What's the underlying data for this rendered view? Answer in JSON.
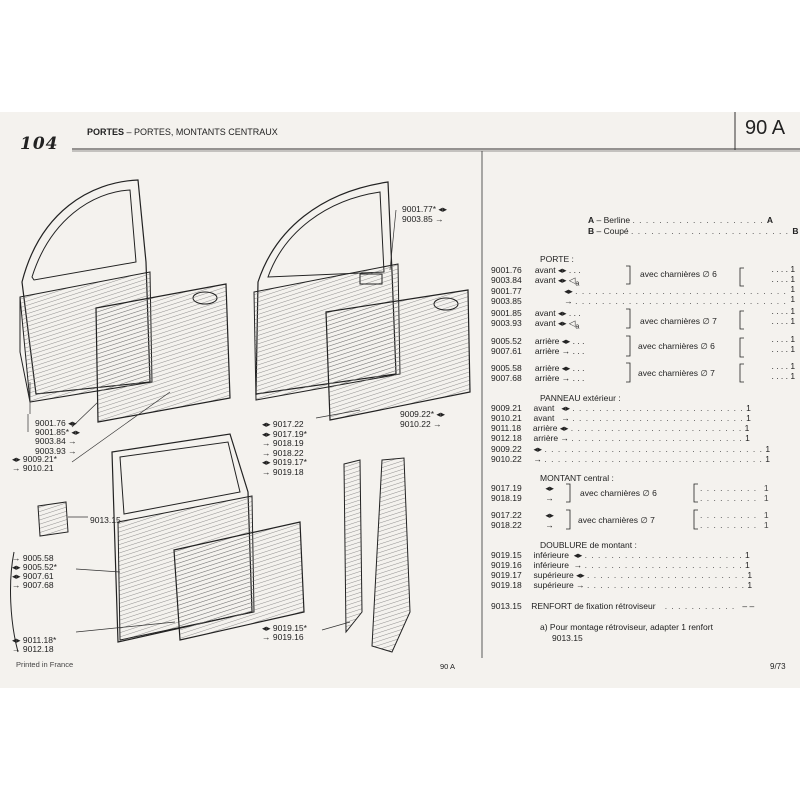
{
  "header": {
    "logo": "104",
    "title_main": "PORTES",
    "title_rest": " – PORTES, MONTANTS  CENTRAUX",
    "page_code": "90 A"
  },
  "legend": {
    "a_key": "A",
    "a_label": "– Berline",
    "a_val": "A",
    "b_key": "B",
    "b_label": "– Coupé",
    "b_val": "B"
  },
  "left_labels": {
    "top_right_1": "9001.77*",
    "top_right_2": "9003.85",
    "group1": [
      "9001.76",
      "9001.85*",
      "9003.84",
      "9003.93",
      "9009.21*",
      "9010.21"
    ],
    "g_mid": [
      "9017.22",
      "9017.19*",
      "9018.19",
      "9018.22",
      "9019.17*",
      "9019.18"
    ],
    "g_mid_right": [
      "9009.22*",
      "9010.22"
    ],
    "single": "9013.15",
    "group2": [
      "9005.58",
      "9005.52*",
      "9007.61",
      "9007.68"
    ],
    "group3": [
      "9011.18*",
      "9012.18"
    ],
    "group4": [
      "9019.15*",
      "9019.16"
    ]
  },
  "sections": {
    "porte": {
      "title": "PORTE :",
      "rows": [
        {
          "code": "9001.76",
          "label": "avant",
          "note": ""
        },
        {
          "code": "9003.84",
          "label": "avant",
          "note": ""
        },
        {
          "code": "9001.77",
          "label": "",
          "note": ""
        },
        {
          "code": "9003.85",
          "label": "",
          "note": ""
        },
        {
          "code": "9001.85",
          "label": "avant",
          "note": ""
        },
        {
          "code": "9003.93",
          "label": "avant",
          "note": ""
        },
        {
          "code": "9005.52",
          "label": "arrière",
          "note": ""
        },
        {
          "code": "9007.61",
          "label": "arrière",
          "note": ""
        },
        {
          "code": "9005.58",
          "label": "arrière",
          "note": ""
        },
        {
          "code": "9007.68",
          "label": "arrière",
          "note": ""
        }
      ],
      "brace1": "avec charnières ∅ 6",
      "brace2": "avec charnières ∅ 7",
      "brace3": "avec charnières ∅ 6",
      "brace4": "avec charnières ∅ 7"
    },
    "panneau": {
      "title": "PANNEAU extérieur :",
      "rows": [
        {
          "code": "9009.21",
          "label": "avant"
        },
        {
          "code": "9010.21",
          "label": "avant"
        },
        {
          "code": "9011.18",
          "label": "arrière"
        },
        {
          "code": "9012.18",
          "label": "arrière"
        },
        {
          "code": "9009.22",
          "label": ""
        },
        {
          "code": "9010.22",
          "label": ""
        }
      ]
    },
    "montant": {
      "title": "MONTANT central :",
      "rows": [
        {
          "code": "9017.19"
        },
        {
          "code": "9018.19"
        },
        {
          "code": "9017.22"
        },
        {
          "code": "9018.22"
        }
      ],
      "brace1": "avec charnières ∅ 6",
      "brace2": "avec charnières ∅ 7"
    },
    "doublure": {
      "title": "DOUBLURE de montant :",
      "rows": [
        {
          "code": "9019.15",
          "label": "inférieure"
        },
        {
          "code": "9019.16",
          "label": "inférieure"
        },
        {
          "code": "9019.17",
          "label": "supérieure"
        },
        {
          "code": "9019.18",
          "label": "supérieure"
        }
      ]
    },
    "renfort": {
      "code": "9013.15",
      "label": "RENFORT de fixation rétroviseur"
    },
    "note": {
      "line1": "a)  Pour montage  rétroviseur, adapter 1 renfort",
      "line2": "9013.15"
    }
  },
  "qty": "1",
  "footer": {
    "printed": "Printed in France",
    "center": "90 A",
    "page": "9/73"
  }
}
